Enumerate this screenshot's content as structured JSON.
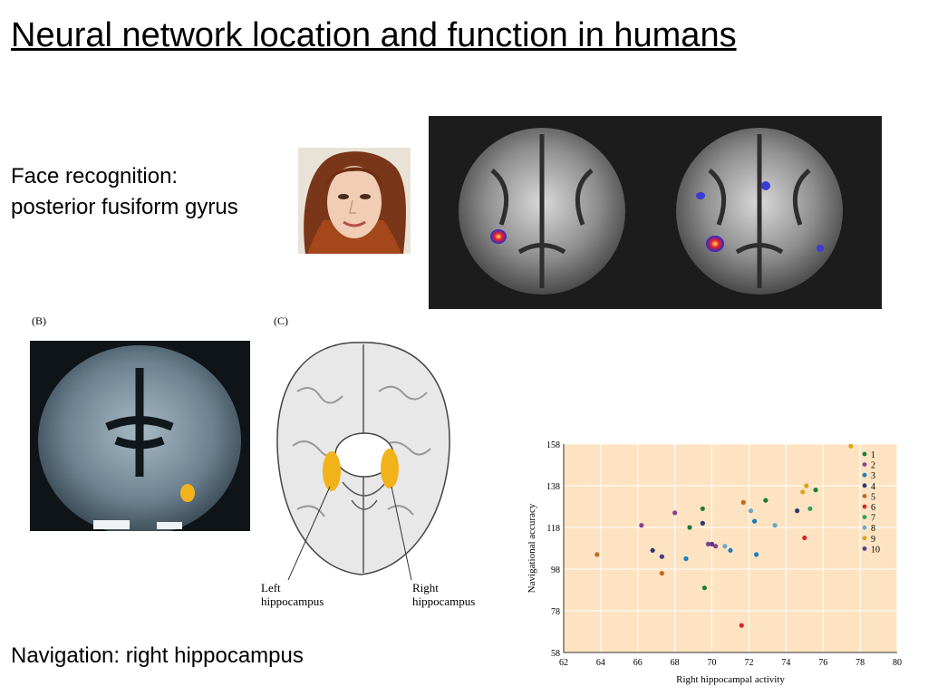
{
  "title": "Neural network location and function in humans",
  "face_caption": {
    "line1": "Face recognition:",
    "line2": "posterior fusiform gyrus"
  },
  "nav_caption": "Navigation: right hippocampus",
  "panel_b_label": "(B)",
  "panel_c_label": "(C)",
  "brain_labels": {
    "left_1": "Left",
    "left_2": "hippocampus",
    "right_1": "Right",
    "right_2": "hippocampus"
  },
  "colors": {
    "chart_bg": "#fde3c1",
    "activation_orange": "#f2b21a",
    "series": [
      "#1f7a3a",
      "#8a3f8f",
      "#1c7ec0",
      "#2b3a6b",
      "#c06a1e",
      "#d7262a",
      "#2f9e5a",
      "#6fa7c6",
      "#e0a21b",
      "#4b3d8f"
    ]
  },
  "chart_data": {
    "type": "scatter",
    "xlabel": "Right hippocampal activity",
    "ylabel": "Navigational accuracy",
    "xlim": [
      62,
      80
    ],
    "ylim": [
      58,
      158
    ],
    "xticks": [
      62,
      64,
      66,
      68,
      70,
      72,
      74,
      76,
      78,
      80
    ],
    "yticks": [
      58,
      78,
      98,
      118,
      138,
      158
    ],
    "grid": true,
    "legend_position": "top-right",
    "series": [
      {
        "name": "1",
        "points": [
          [
            69.5,
            127
          ],
          [
            68.8,
            118
          ],
          [
            72.9,
            131
          ],
          [
            75.6,
            136
          ],
          [
            69.6,
            89
          ]
        ]
      },
      {
        "name": "2",
        "points": [
          [
            66.2,
            119
          ],
          [
            68.0,
            125
          ],
          [
            70.2,
            109
          ],
          [
            69.8,
            110
          ],
          [
            67.3,
            104
          ]
        ]
      },
      {
        "name": "3",
        "points": [
          [
            72.3,
            121
          ],
          [
            72.4,
            105
          ],
          [
            71.0,
            107
          ],
          [
            68.6,
            103
          ]
        ]
      },
      {
        "name": "4",
        "points": [
          [
            69.5,
            120
          ],
          [
            74.6,
            126
          ],
          [
            66.8,
            107
          ]
        ]
      },
      {
        "name": "5",
        "points": [
          [
            63.8,
            105
          ],
          [
            67.3,
            96
          ],
          [
            71.7,
            130
          ]
        ]
      },
      {
        "name": "6",
        "points": [
          [
            75.0,
            113
          ],
          [
            71.6,
            71
          ]
        ]
      },
      {
        "name": "7",
        "points": [
          [
            75.3,
            127
          ]
        ]
      },
      {
        "name": "8",
        "points": [
          [
            72.1,
            126
          ],
          [
            73.4,
            119
          ],
          [
            70.7,
            109
          ]
        ]
      },
      {
        "name": "9",
        "points": [
          [
            75.1,
            138
          ],
          [
            74.9,
            135
          ],
          [
            77.5,
            157
          ]
        ]
      },
      {
        "name": "10",
        "points": [
          [
            70.0,
            110
          ],
          [
            67.3,
            104
          ]
        ]
      }
    ]
  }
}
